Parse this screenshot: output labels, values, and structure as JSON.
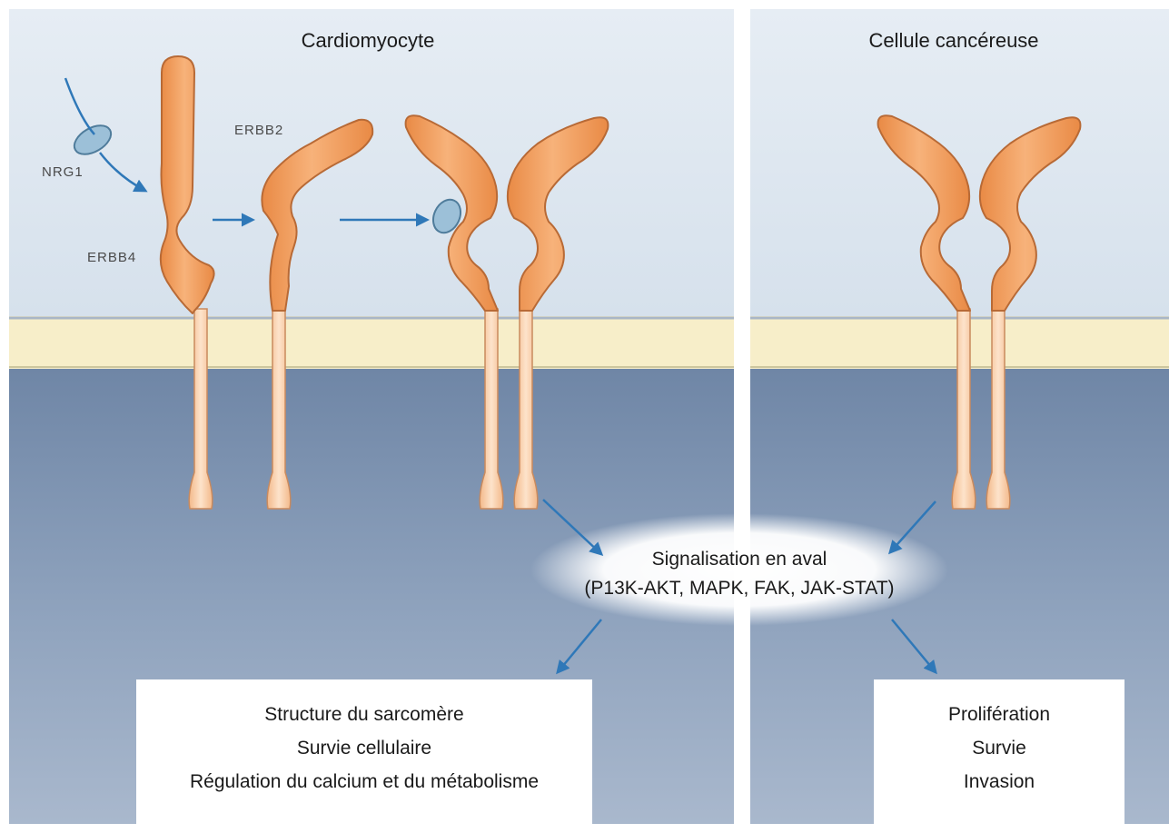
{
  "panels": {
    "left_title": "Cardiomyocyte",
    "right_title": "Cellule cancéreuse"
  },
  "labels": {
    "nrg1": "NRG1",
    "erbb2": "ERBB2",
    "erbb4": "ERBB4"
  },
  "signaling": {
    "line1": "Signalisation en aval",
    "line2": "(P13K-AKT, MAPK, FAK, JAK-STAT)"
  },
  "left_outcomes": {
    "items": [
      "Structure du sarcomère",
      "Survie cellulaire",
      "Régulation du calcium et du métabolisme"
    ]
  },
  "right_outcomes": {
    "items": [
      "Prolifération",
      "Survie",
      "Invasion"
    ]
  },
  "colors": {
    "extracellular": "#dce6ef",
    "membrane": "#f7eec9",
    "intracellular": "#8ea3be",
    "receptor": "#ef9a5a",
    "ligand": "#9cc0d8",
    "arrow": "#2f78b8"
  }
}
